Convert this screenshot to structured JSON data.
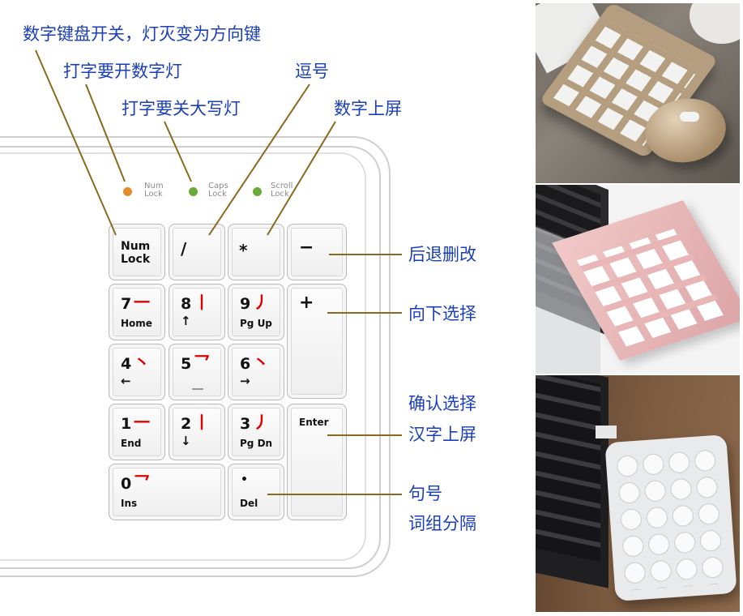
{
  "callouts": {
    "numlock_switch": "数字键盘开关，灯灭变为方向键",
    "numlock_light": "打字要开数字灯",
    "caps_light": "打字要关大写灯",
    "comma": "逗号",
    "number_commit": "数字上屏",
    "backspace": "后退删改",
    "select_down": "向下选择",
    "confirm_select": "确认选择",
    "char_commit": "汉字上屏",
    "period": "句号",
    "phrase_separator": "词组分隔"
  },
  "leds": {
    "num": {
      "line1": "Num",
      "line2": "Lock",
      "color": "#e38b2c"
    },
    "caps": {
      "line1": "Caps",
      "line2": "Lock",
      "color": "#6aaa3a"
    },
    "scroll": {
      "line1": "Scroll",
      "line2": "Lock",
      "color": "#6aaa3a"
    }
  },
  "keys": {
    "numlock": {
      "line1": "Num",
      "line2": "Lock"
    },
    "slash": "/",
    "star": "*",
    "minus": "−",
    "k7": {
      "main": "7",
      "stroke": "一",
      "sub": "Home"
    },
    "k8": {
      "main": "8",
      "stroke": "丨",
      "sub": "↑"
    },
    "k9": {
      "main": "9",
      "stroke": "丿",
      "sub": "Pg Up"
    },
    "plus": "+",
    "k4": {
      "main": "4",
      "stroke": "丶",
      "sub": "←"
    },
    "k5": {
      "main": "5",
      "stroke": "乛",
      "sub": ""
    },
    "k6": {
      "main": "6",
      "stroke": "丶",
      "sub": "→"
    },
    "k1": {
      "main": "1",
      "stroke": "一",
      "sub": "End"
    },
    "k2": {
      "main": "2",
      "stroke": "丨",
      "sub": "↓"
    },
    "k3": {
      "main": "3",
      "stroke": "丿",
      "sub": "Pg Dn"
    },
    "enter": "Enter",
    "k0": {
      "main": "0",
      "stroke": "乛",
      "sub": "Ins"
    },
    "dot": {
      "main": "•",
      "sub": "Del"
    }
  },
  "colors": {
    "callout_text": "#1a3fb8",
    "leader_line": "#8a6a1f",
    "stroke_red": "#e00000"
  }
}
